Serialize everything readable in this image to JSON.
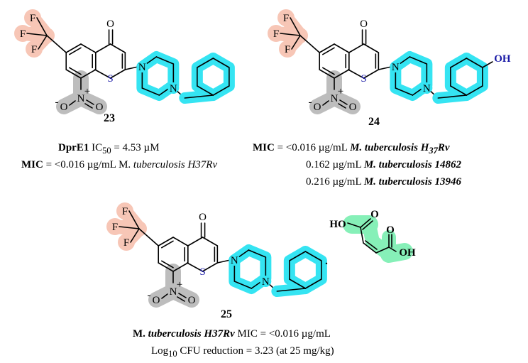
{
  "colors": {
    "cf3_highlight": "#f7c6b6",
    "nitro_highlight": "#bdbdbd",
    "piperazine_highlight": "#35e4f2",
    "maleate_highlight": "#86f0b8",
    "sulfur": "#1a1aa6"
  },
  "compounds": [
    {
      "number": "23",
      "atoms": {
        "o": "O",
        "f1": "F",
        "f2": "F",
        "f3": "F",
        "s": "S",
        "n1": "N",
        "n2": "N",
        "nitro_n": "N",
        "nitro_o1": "O",
        "nitro_o2": "O",
        "minus": "-",
        "plus": "+"
      },
      "caption": [
        {
          "bold": "DprE1",
          "text": " IC",
          "sub": "50",
          "text2": " = 4.53 µM"
        },
        {
          "bold": "MIC",
          "text": " = <0.016 µg/mL M. ",
          "italic": "tuberculosis H37Rv"
        }
      ]
    },
    {
      "number": "24",
      "atoms": {
        "o": "O",
        "oh": "OH",
        "f1": "F",
        "f2": "F",
        "f3": "F",
        "s": "S",
        "n1": "N",
        "n2": "N",
        "nitro_n": "N",
        "nitro_o1": "O",
        "nitro_o2": "O",
        "minus": "-",
        "plus": "+"
      },
      "caption": [
        {
          "bold": "MIC",
          "text": " = <0.016 µg/mL ",
          "bolditalic": "M. tuberculosis H",
          "sub": "37",
          "bolditalic2": "Rv"
        },
        {
          "text": "0.162 µg/mL ",
          "bolditalic": "M. tuberculosis 14862"
        },
        {
          "text": "0.216 µg/mL ",
          "bolditalic": "M. tuberculosis 13946"
        }
      ]
    },
    {
      "number": "25",
      "atoms": {
        "o": "O",
        "f1": "F",
        "f2": "F",
        "f3": "F",
        "s": "S",
        "n1": "N",
        "n2": "N",
        "nitro_n": "N",
        "nitro_o1": "O",
        "nitro_o2": "O",
        "minus": "-",
        "plus": "+",
        "ho": "HO",
        "oh": "OH",
        "o_a": "O",
        "o_b": "O",
        "dot": "."
      },
      "caption": [
        {
          "bold": "M. ",
          "bolditalic": "tuberculosis H37Rv",
          "text": " MIC = <0.016 µg/mL"
        },
        {
          "text": "Log",
          "sub": "10",
          "text2": " CFU reduction = 3.23 (at 25 mg/kg)"
        }
      ]
    }
  ]
}
